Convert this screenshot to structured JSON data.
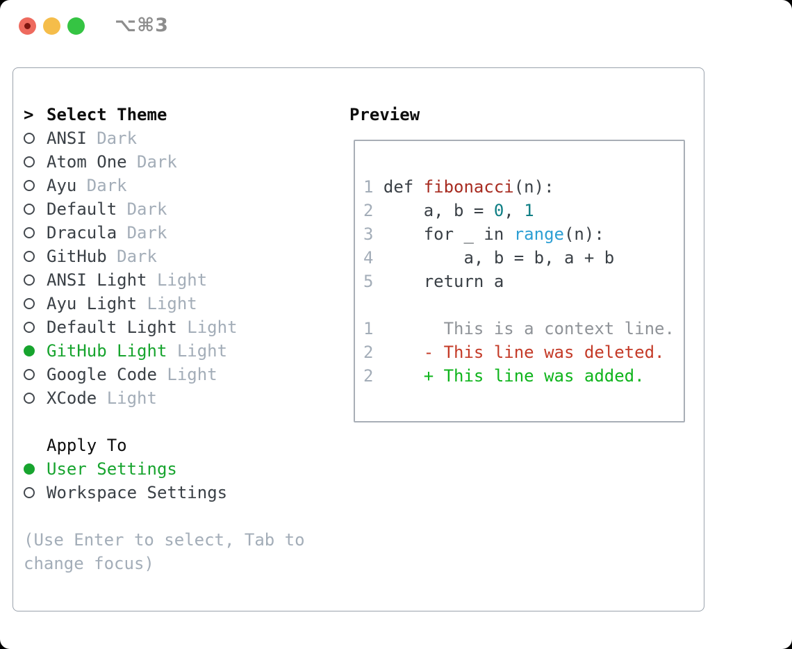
{
  "window": {
    "shortcut": "⌥⌘3"
  },
  "theme_picker": {
    "title_prefix": ">",
    "title": "Select Theme",
    "themes": [
      {
        "name": "ANSI",
        "variant": "Dark",
        "selected": false
      },
      {
        "name": "Atom One",
        "variant": "Dark",
        "selected": false
      },
      {
        "name": "Ayu",
        "variant": "Dark",
        "selected": false
      },
      {
        "name": "Default",
        "variant": "Dark",
        "selected": false
      },
      {
        "name": "Dracula",
        "variant": "Dark",
        "selected": false
      },
      {
        "name": "GitHub",
        "variant": "Dark",
        "selected": false
      },
      {
        "name": "ANSI Light",
        "variant": "Light",
        "selected": false
      },
      {
        "name": "Ayu Light",
        "variant": "Light",
        "selected": false
      },
      {
        "name": "Default Light",
        "variant": "Light",
        "selected": false
      },
      {
        "name": "GitHub Light",
        "variant": "Light",
        "selected": true
      },
      {
        "name": "Google Code",
        "variant": "Light",
        "selected": false
      },
      {
        "name": "XCode",
        "variant": "Light",
        "selected": false
      }
    ],
    "apply_to": {
      "title": "Apply To",
      "options": [
        {
          "label": "User Settings",
          "selected": true
        },
        {
          "label": "Workspace Settings",
          "selected": false
        }
      ]
    },
    "hint_lines": [
      "(Use Enter to select, Tab to",
      "change focus)"
    ]
  },
  "preview": {
    "title": "Preview",
    "code_lines": [
      {
        "num": "1",
        "segments": [
          {
            "t": "def ",
            "c": "plain"
          },
          {
            "t": "fibonacci",
            "c": "function"
          },
          {
            "t": "(n):",
            "c": "plain"
          }
        ]
      },
      {
        "num": "2",
        "segments": [
          {
            "t": "    a, b = ",
            "c": "plain"
          },
          {
            "t": "0",
            "c": "number"
          },
          {
            "t": ", ",
            "c": "plain"
          },
          {
            "t": "1",
            "c": "number"
          }
        ]
      },
      {
        "num": "3",
        "segments": [
          {
            "t": "    for _ in ",
            "c": "plain"
          },
          {
            "t": "range",
            "c": "builtin"
          },
          {
            "t": "(n):",
            "c": "plain"
          }
        ]
      },
      {
        "num": "4",
        "segments": [
          {
            "t": "        a, b = b, a + b",
            "c": "plain"
          }
        ]
      },
      {
        "num": "5",
        "segments": [
          {
            "t": "    return a",
            "c": "plain"
          }
        ]
      },
      {
        "num": "",
        "segments": []
      },
      {
        "num": "1",
        "segments": [
          {
            "t": "      This is a context line.",
            "c": "context"
          }
        ]
      },
      {
        "num": "2",
        "segments": [
          {
            "t": "    - This line was deleted.",
            "c": "deleted"
          }
        ]
      },
      {
        "num": "2",
        "segments": [
          {
            "t": "    + This line was added.",
            "c": "added"
          }
        ]
      }
    ]
  },
  "colors": {
    "accent-green": "#17a42e",
    "code-plain": "#3a4046",
    "code-function": "#a72b20",
    "code-number": "#0e7e84",
    "code-builtin": "#2d9fd4",
    "diff-context": "#8f9398",
    "diff-deleted": "#c43b28",
    "diff-added": "#0fb41c",
    "muted": "#a3adb8",
    "gutter": "#a3adb8",
    "heading": "#0d0d0d",
    "label": "#3a4046",
    "panel-border": "#9aa2ac",
    "traffic-red": "#ee6a5e",
    "traffic-red-dot": "#7e150f",
    "traffic-yellow": "#f5bd4a",
    "traffic-green": "#35c443"
  }
}
